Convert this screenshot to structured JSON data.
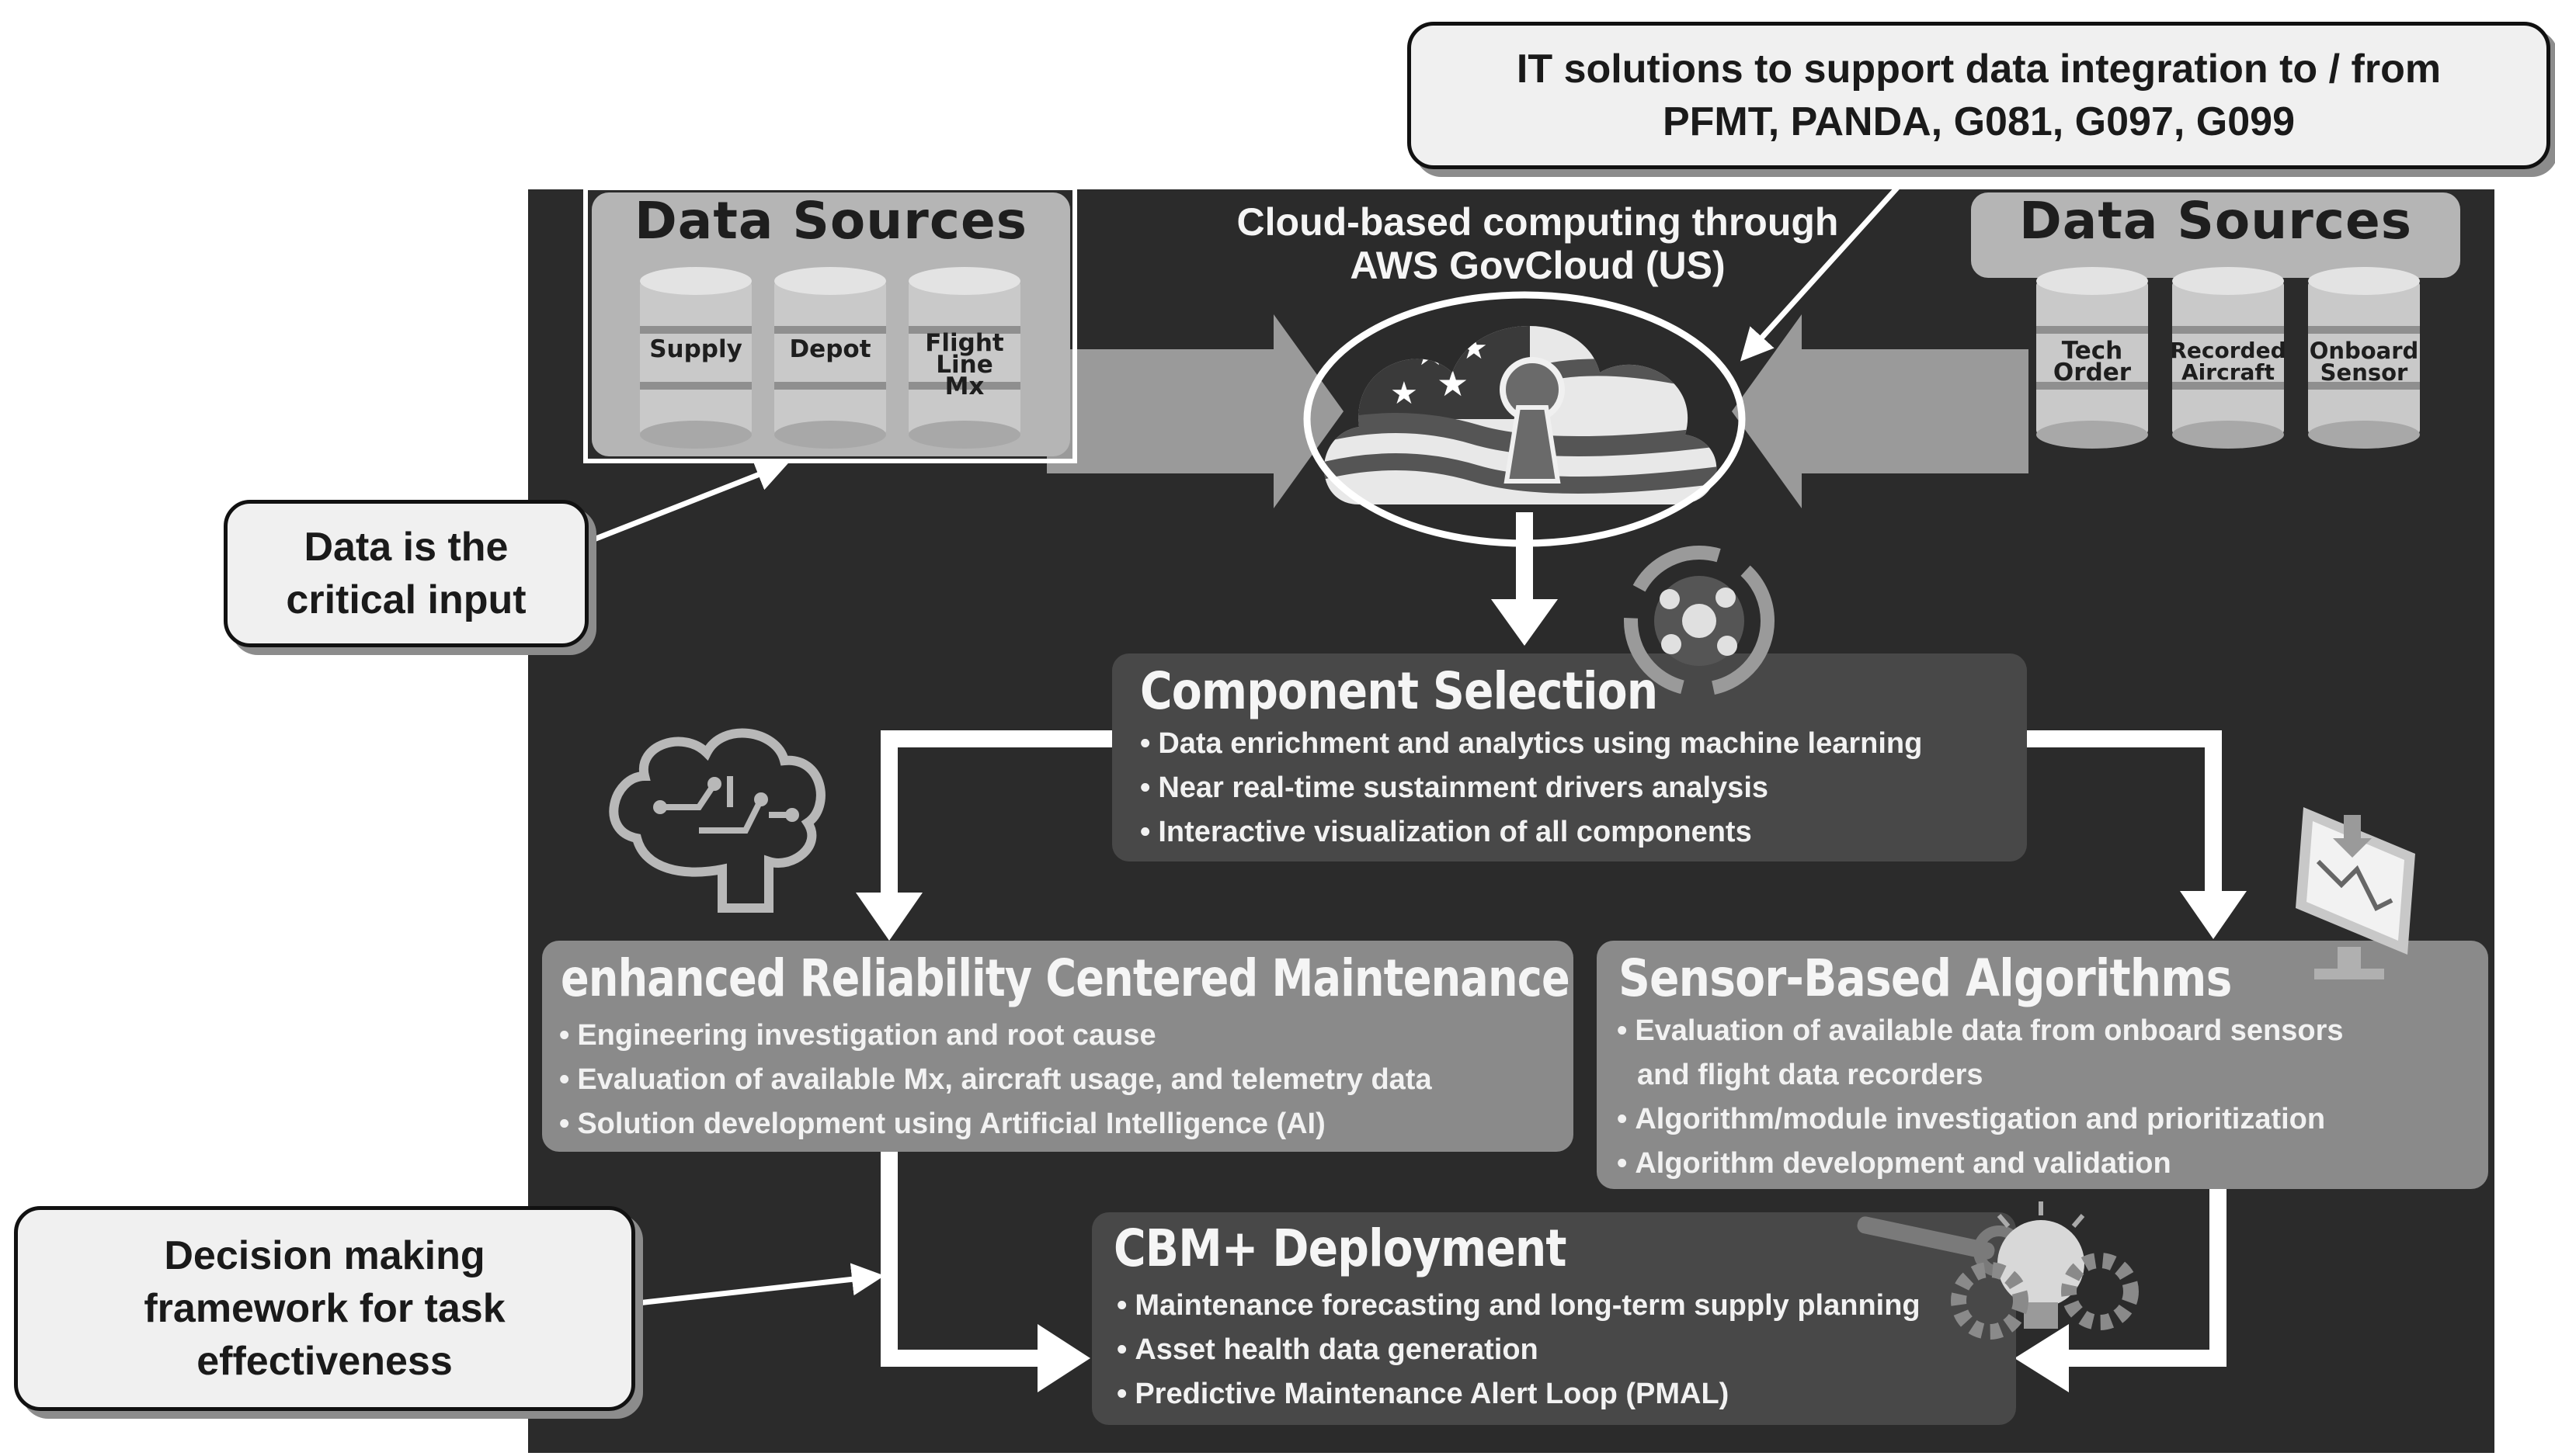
{
  "callouts": {
    "it_solutions": [
      "IT solutions to support data integration to / from",
      "PFMT, PANDA,  G081, G097, G099"
    ],
    "data_input": [
      "Data is the",
      "critical input"
    ],
    "decision": [
      "Decision making",
      "framework for task",
      "effectiveness"
    ]
  },
  "cloud": {
    "title_lines": [
      "Cloud-based computing through",
      "AWS GovCloud (US)"
    ]
  },
  "data_sources_left": {
    "title": "Data Sources",
    "items": [
      {
        "lines": [
          "Supply"
        ]
      },
      {
        "lines": [
          "Depot"
        ]
      },
      {
        "lines": [
          "Flight",
          "Line",
          "Mx"
        ]
      }
    ]
  },
  "data_sources_right": {
    "title": "Data Sources",
    "items": [
      {
        "lines": [
          "Tech",
          "Order"
        ]
      },
      {
        "lines": [
          "Recorded",
          "Aircraft"
        ]
      },
      {
        "lines": [
          "Onboard",
          "Sensor"
        ]
      }
    ]
  },
  "component_selection": {
    "title": "Component Selection",
    "bullets": [
      "Data enrichment and analytics using machine learning",
      "Near real-time sustainment drivers analysis",
      "Interactive visualization of all components"
    ]
  },
  "ercm": {
    "title": "enhanced Reliability Centered Maintenance",
    "bullets": [
      "Engineering investigation and root cause",
      "Evaluation of available Mx, aircraft usage, and telemetry data",
      "Solution development using Artificial Intelligence (AI)"
    ]
  },
  "sensor": {
    "title": "Sensor-Based Algorithms",
    "bullets": [
      [
        "Evaluation of available data from onboard sensors",
        "and flight data recorders"
      ],
      [
        "Algorithm/module investigation and prioritization"
      ],
      [
        "Algorithm development and validation"
      ]
    ]
  },
  "cbm": {
    "title": "CBM+ Deployment",
    "bullets": [
      "Maintenance forecasting and long-term supply planning",
      "Asset health data generation",
      "Predictive Maintenance Alert Loop (PMAL)"
    ]
  },
  "bullet_char": "•",
  "colors": {
    "background": "#2b2b2b",
    "box_dark": "#484848",
    "box_light": "#8a8a8a",
    "panel": "#b5b5b5",
    "callout": "#f0f0f0"
  }
}
